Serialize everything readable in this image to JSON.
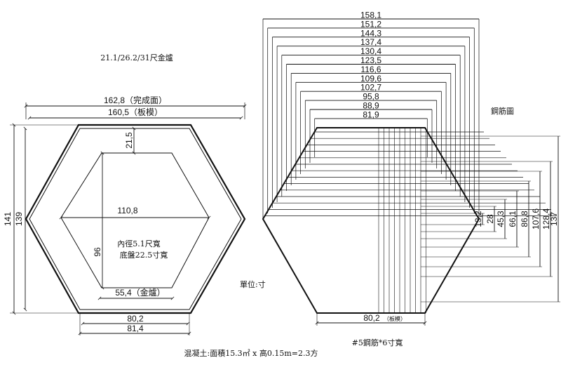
{
  "left": {
    "title": "21.1/26.2/31尺金爐",
    "dim_finished": "162,8（完成面）",
    "dim_formwork": "160,5（板模）",
    "dim_height_outer": "141",
    "dim_height_inner": "139",
    "dim_wall": "21,5",
    "dim_inner_width": "110,8",
    "dim_inner_height": "96",
    "note_inner_diameter": "內徑5.1尺寬",
    "note_base": "底盤22.5寸寬",
    "dim_furnace": "55,4（金爐）",
    "dim_bottom_1": "80,2",
    "dim_bottom_2": "81,4"
  },
  "unit_label": "單位:寸",
  "right": {
    "title": "鋼筋圖",
    "top_dims": [
      "158,1",
      "151,2",
      "144,3",
      "137,4",
      "130,4",
      "123,5",
      "116,6",
      "109,6",
      "102,7",
      "95,8",
      "88,9",
      "81,9"
    ],
    "right_dims": [
      "13,2",
      "28",
      "45,3",
      "66,1",
      "86,8",
      "107,6",
      "128,4",
      "137"
    ],
    "bottom_dim": "80,2",
    "bottom_dim_note": "（板模）",
    "rebar_label": "#5鋼筋*6寸寬"
  },
  "footer": "混凝土:面積15.3㎡ x 高0.15m=2.3方"
}
